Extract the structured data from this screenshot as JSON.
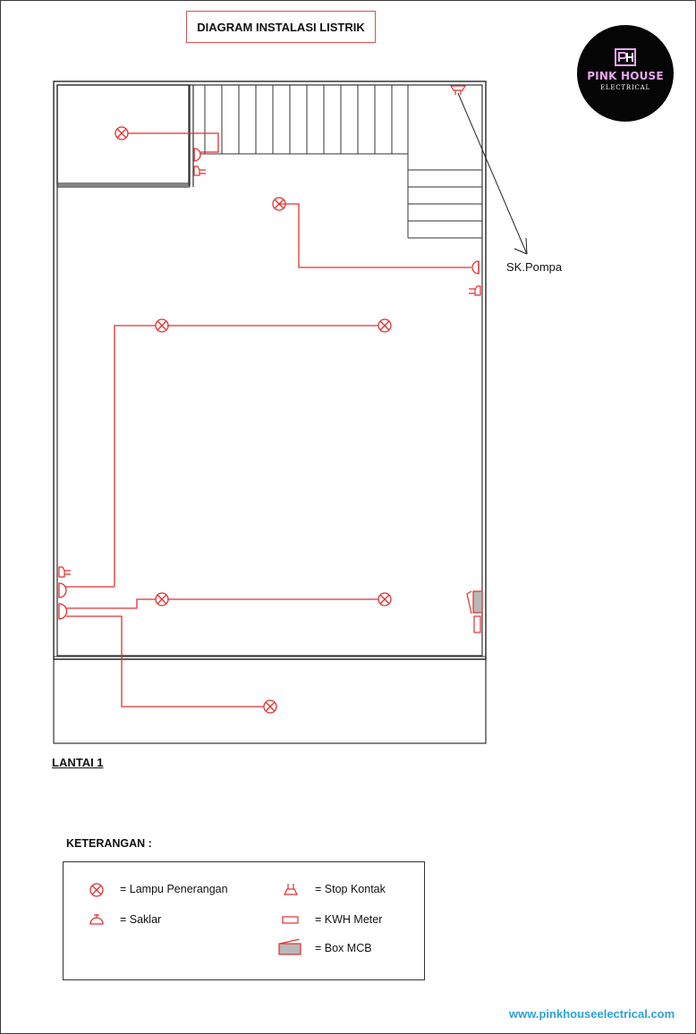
{
  "title": "DIAGRAM INSTALASI LISTRIK",
  "logo": {
    "brand": "PINK HOUSE",
    "subtitle": "ELECTRICAL",
    "icon": "ph-monogram-icon"
  },
  "annotations": {
    "pump_switch": "SK.Pompa"
  },
  "floor_label": "LANTAI 1",
  "legend": {
    "title": "KETERANGAN :",
    "items": [
      {
        "symbol": "lamp-icon",
        "label": "= Lampu Penerangan"
      },
      {
        "symbol": "switch-icon",
        "label": "= Saklar"
      },
      {
        "symbol": "socket-icon",
        "label": "= Stop Kontak"
      },
      {
        "symbol": "kwh-meter-icon",
        "label": "= KWH Meter"
      },
      {
        "symbol": "mcb-box-icon",
        "label": "= Box MCB"
      }
    ]
  },
  "website": "www.pinkhouseelectrical.com",
  "colors": {
    "wiring": "#e03030",
    "walls": "#333333",
    "website": "#2aa3d8",
    "logo_bg": "#050505",
    "logo_text": "#e8a7ee"
  }
}
